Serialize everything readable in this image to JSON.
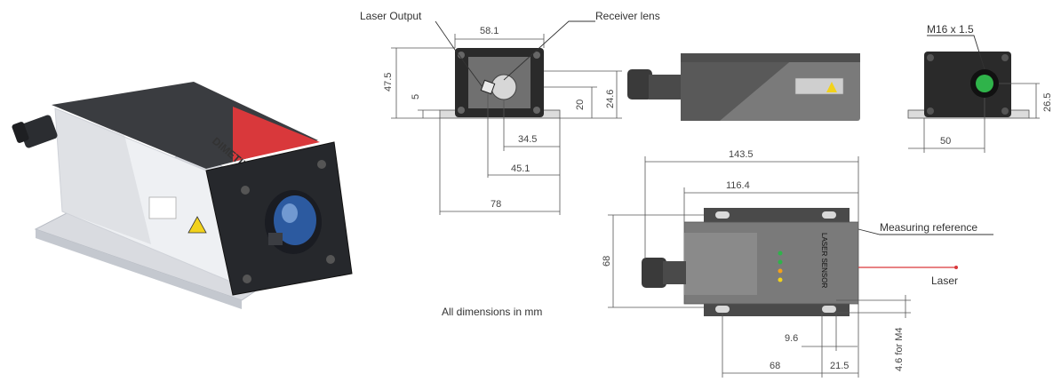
{
  "brand": "DIMETIX",
  "callouts": {
    "laser_output": "Laser Output",
    "receiver_lens": "Receiver lens",
    "thread": "M16 x 1.5",
    "measuring_reference": "Measuring reference",
    "laser": "Laser"
  },
  "sensor_label": "LASER SENSOR",
  "note": "All dimensions in mm",
  "dimensions": {
    "front_width": "58.1",
    "front_height": "47.5",
    "flange_height": "5",
    "lens_center_height": "20",
    "overall_height": "24.6",
    "lens_offset": "34.5",
    "flange_inner": "45.1",
    "flange_total": "78",
    "side_length": "143.5",
    "side_inner": "116.4",
    "width_top": "68",
    "slot": "9.6",
    "mount_depth": "68",
    "mount_offset": "21.5",
    "hole_depth": "4.6 for M4",
    "rear_width": "50",
    "rear_height": "26.5"
  },
  "colors": {
    "housing_dark": "#2a2a2a",
    "housing_grey": "#555555",
    "accent_red": "#d9383b",
    "lens_blue": "#2c5aa0",
    "connector_green": "#2fb34a"
  }
}
